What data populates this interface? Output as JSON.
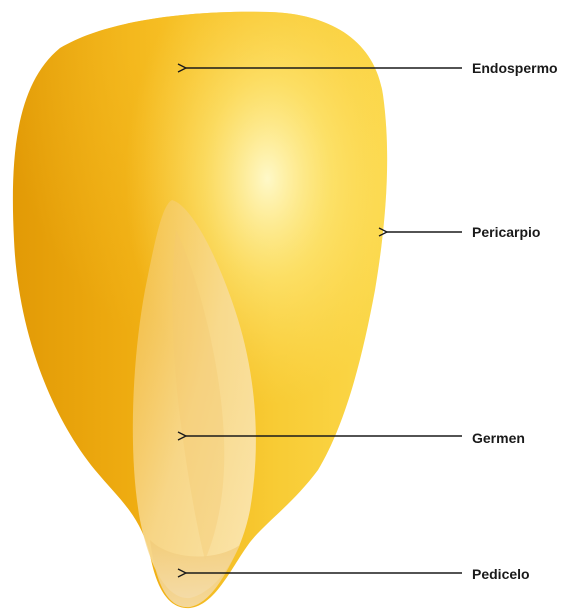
{
  "labels": {
    "endospermo": "Endospermo",
    "pericarpio": "Pericarpio",
    "germen": "Germen",
    "pedicelo": "Pedicelo"
  },
  "colors": {
    "kernel_dark": "#E8A008",
    "kernel_mid": "#F6BE25",
    "kernel_light": "#FFF3A0",
    "germ": "#F7DFA0",
    "tip": "#F3D49A",
    "line": "#1a1a1a",
    "text": "#1a1a1a"
  }
}
